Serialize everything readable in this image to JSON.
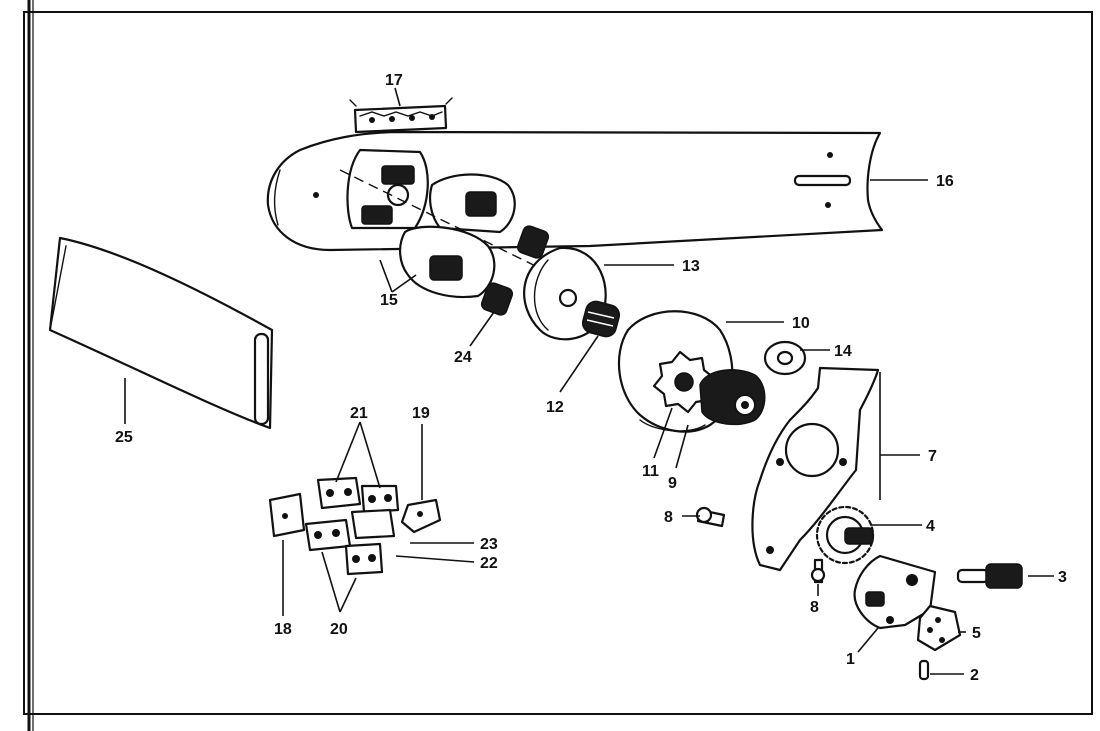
{
  "diagram": {
    "parts": [
      {
        "id": "1",
        "label": "1"
      },
      {
        "id": "2",
        "label": "2"
      },
      {
        "id": "3",
        "label": "3"
      },
      {
        "id": "4",
        "label": "4"
      },
      {
        "id": "5",
        "label": "5"
      },
      {
        "id": "7",
        "label": "7"
      },
      {
        "id": "8a",
        "label": "8"
      },
      {
        "id": "8b",
        "label": "8"
      },
      {
        "id": "9",
        "label": "9"
      },
      {
        "id": "10",
        "label": "10"
      },
      {
        "id": "11",
        "label": "11"
      },
      {
        "id": "12",
        "label": "12"
      },
      {
        "id": "13",
        "label": "13"
      },
      {
        "id": "14",
        "label": "14"
      },
      {
        "id": "15",
        "label": "15"
      },
      {
        "id": "16",
        "label": "16"
      },
      {
        "id": "17",
        "label": "17"
      },
      {
        "id": "18",
        "label": "18"
      },
      {
        "id": "19",
        "label": "19"
      },
      {
        "id": "20",
        "label": "20"
      },
      {
        "id": "21",
        "label": "21"
      },
      {
        "id": "22",
        "label": "22"
      },
      {
        "id": "23",
        "label": "23"
      },
      {
        "id": "24",
        "label": "24"
      },
      {
        "id": "25",
        "label": "25"
      }
    ]
  }
}
